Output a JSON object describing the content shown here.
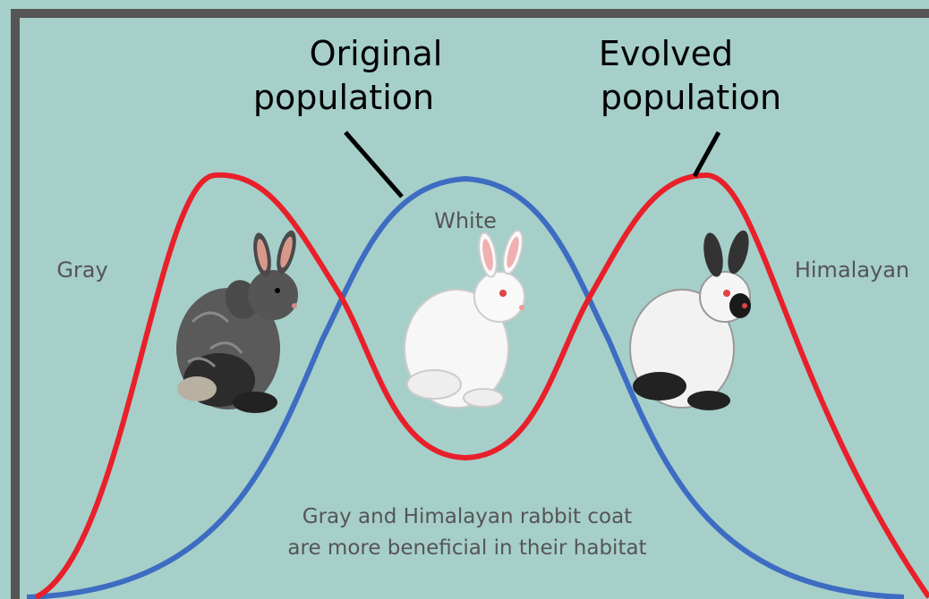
{
  "labels": {
    "original": [
      "Original",
      "population"
    ],
    "evolved": [
      "Evolved",
      "population"
    ],
    "gray": "Gray",
    "white": "White",
    "himalayan": "Himalayan",
    "caption": [
      "Gray and Himalayan rabbit coat",
      "are more beneficial in their habitat"
    ]
  },
  "colors": {
    "background": "#a6cfca",
    "frame": "#555555",
    "original_curve": "#3d6cc2",
    "evolved_curve": "#e8202a",
    "caption_text": "#555555",
    "title_text": "#000000"
  },
  "legend_pointers": {
    "original": "points to blue curve (original population)",
    "evolved": "points to red curve (evolved population)"
  },
  "icons": [
    "gray-rabbit",
    "white-rabbit",
    "himalayan-rabbit"
  ]
}
